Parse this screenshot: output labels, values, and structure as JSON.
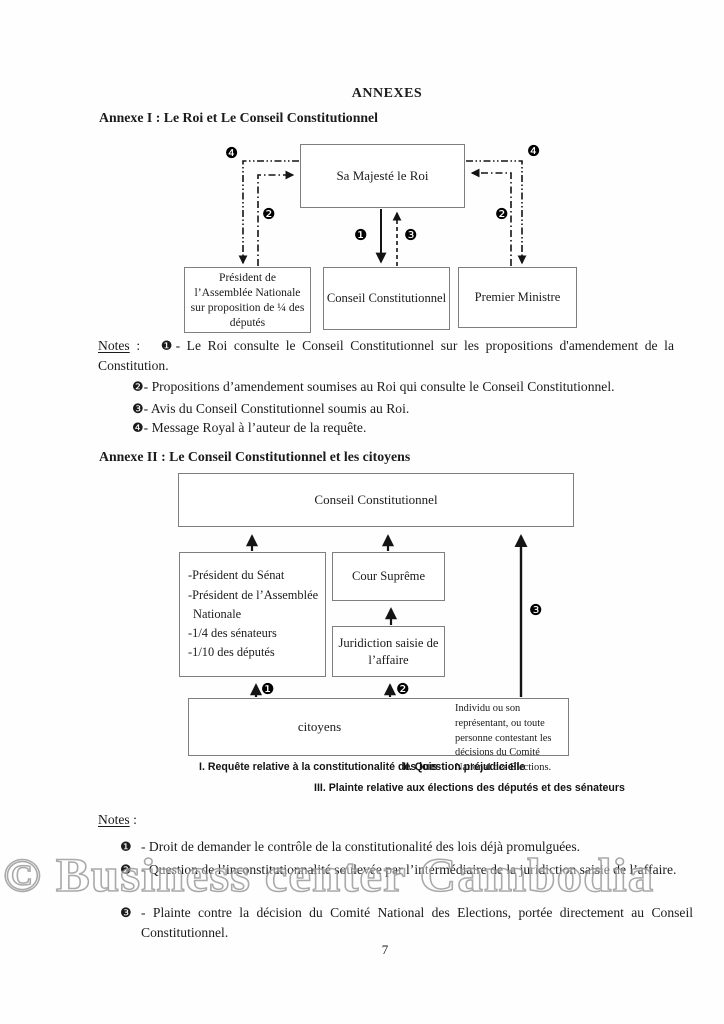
{
  "page": {
    "title": "ANNEXES",
    "number": "7",
    "watermark": "© Business center Cambodia"
  },
  "glyphs": {
    "n1": "❶",
    "n2": "❷",
    "n3": "❸",
    "n4": "❹"
  },
  "annexe1": {
    "heading": "Annexe I : Le Roi et Le Conseil Constitutionnel",
    "boxes": {
      "roi": "Sa Majesté le Roi",
      "president_an": "Président de l’Assemblée Nationale sur proposition de ¼ des députés",
      "conseil": "Conseil Constitutionnel",
      "premier_ministre": "Premier Ministre"
    },
    "notes_label": "Notes",
    "notes_suffix": " :",
    "note1": "- Le Roi consulte le Conseil Constitutionnel sur les propositions d'amendement de la Constitution.",
    "notes": [
      {
        "text": "- Propositions d’amendement soumises au Roi qui consulte le Conseil Constitutionnel."
      },
      {
        "text": "- Avis du Conseil Constitutionnel soumis au Roi."
      },
      {
        "text": "- Message Royal à l’auteur de la requête."
      }
    ]
  },
  "annexe2": {
    "heading": "Annexe II : Le Conseil Constitutionnel et les citoyens",
    "boxes": {
      "conseil": "Conseil Constitutionnel",
      "requerants_lines": [
        "-Président du Sénat",
        "-Président de l’Assemblée",
        "Nationale",
        "-1/4 des sénateurs",
        "-1/10 des députés"
      ],
      "cour_supreme": "Cour Suprême",
      "juridiction": "Juridiction saisie de l’affaire",
      "citoyens": "citoyens",
      "individu": "Individu ou son représentant, ou toute personne contestant les décisions du Comité National des Elections."
    },
    "captions": {
      "c1": "I. Requête relative à la constitutionalité des lois",
      "c2": "II. Question préjudicielle",
      "c3": "III. Plainte relative aux élections des députés et des sénateurs"
    },
    "notes_label": "Notes",
    "notes_suffix": " :",
    "notes": [
      {
        "text": "- Droit de demander le contrôle de la constitutionalité des lois déjà promulguées."
      },
      {
        "text": "- Question de l’inconstitutionnalité soulevée par l’intermédiaire de la juridiction saisie de l’affaire."
      },
      {
        "text": "- Plainte contre la décision du Comité National des Elections, portée directement au Conseil Constitutionnel."
      }
    ]
  }
}
